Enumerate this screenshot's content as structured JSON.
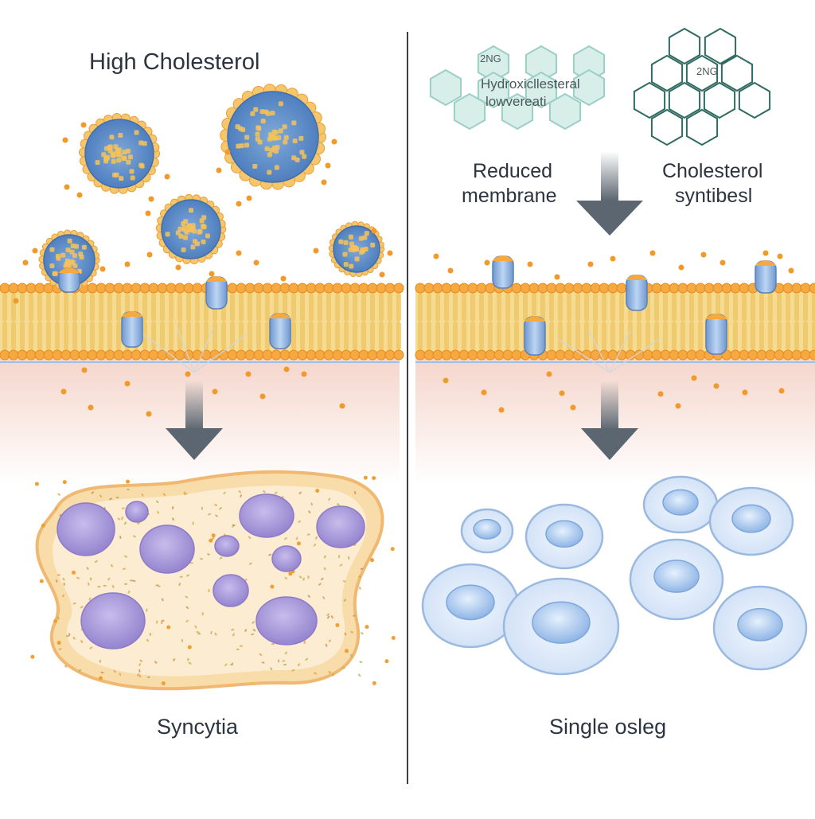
{
  "left_panel": {
    "title": "High Cholesterol",
    "outcome_label": "Syncytia"
  },
  "right_panel": {
    "molecule_label_line1": "Hydroxicllesteral",
    "molecule_label_line2": "lowvereati",
    "molecule_tag": "2NG",
    "molecule2_tag": "2NG",
    "reduced_line1": "Reduced",
    "reduced_line2": "membrane",
    "chol_line1": "Cholesterol",
    "chol_line2": "syntibesl",
    "outcome_label": "Single osleg"
  },
  "colors": {
    "membrane_head": "#f6a940",
    "membrane_tail": "#f3d07a",
    "protein": "#8fb6e6",
    "arrow": "#5b6670",
    "syncytium": "#f7d9a8",
    "nucleus": "#a99ad8",
    "single_cell": "#dbe9fb"
  }
}
